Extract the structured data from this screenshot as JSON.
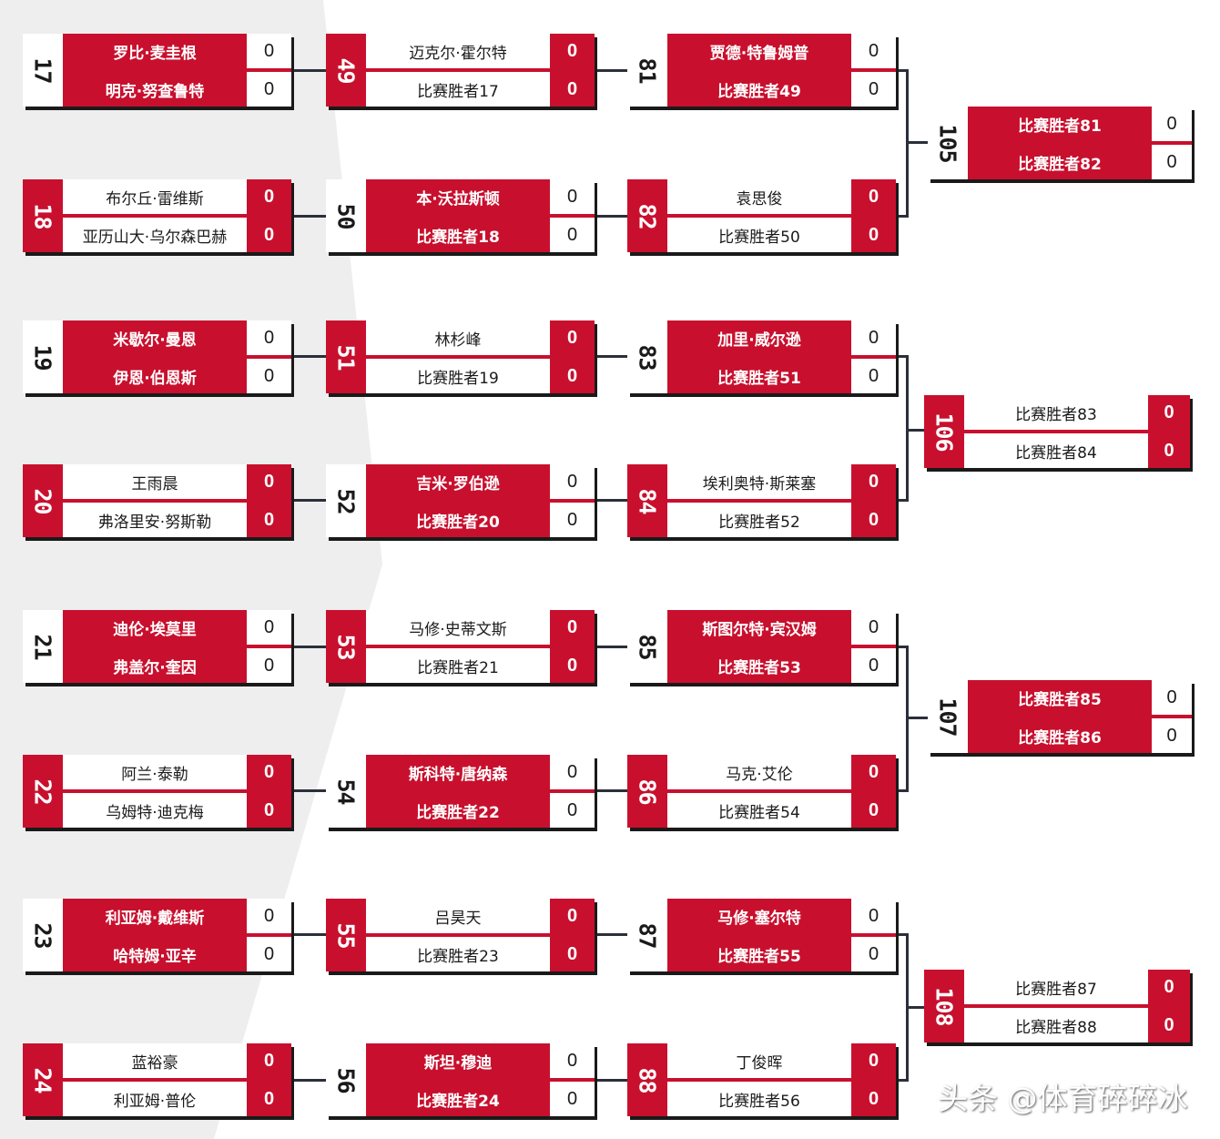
{
  "colors": {
    "accent": "#c8102e",
    "connector": "#2b2f3a",
    "background": "#eeeeee",
    "card": "#ffffff"
  },
  "watermark": "头条 @体育碎碎冰",
  "matches": [
    {
      "id": "m17",
      "num": "17",
      "p1": "罗比·麦圭根",
      "s1": "0",
      "p2": "明克·努查鲁特",
      "s2": "0"
    },
    {
      "id": "m18",
      "num": "18",
      "p1": "布尔丘·雷维斯",
      "s1": "0",
      "p2": "亚历山大·乌尔森巴赫",
      "s2": "0"
    },
    {
      "id": "m19",
      "num": "19",
      "p1": "米歇尔·曼恩",
      "s1": "0",
      "p2": "伊恩·伯恩斯",
      "s2": "0"
    },
    {
      "id": "m20",
      "num": "20",
      "p1": "王雨晨",
      "s1": "0",
      "p2": "弗洛里安·努斯勒",
      "s2": "0"
    },
    {
      "id": "m21",
      "num": "21",
      "p1": "迪伦·埃莫里",
      "s1": "0",
      "p2": "弗盖尔·奎因",
      "s2": "0"
    },
    {
      "id": "m22",
      "num": "22",
      "p1": "阿兰·泰勒",
      "s1": "0",
      "p2": "乌姆特·迪克梅",
      "s2": "0"
    },
    {
      "id": "m23",
      "num": "23",
      "p1": "利亚姆·戴维斯",
      "s1": "0",
      "p2": "哈特姆·亚辛",
      "s2": "0"
    },
    {
      "id": "m24",
      "num": "24",
      "p1": "蓝裕豪",
      "s1": "0",
      "p2": "利亚姆·普伦",
      "s2": "0"
    },
    {
      "id": "m49",
      "num": "49",
      "p1": "迈克尔·霍尔特",
      "s1": "0",
      "p2": "比赛胜者17",
      "s2": "0"
    },
    {
      "id": "m50",
      "num": "50",
      "p1": "本·沃拉斯顿",
      "s1": "0",
      "p2": "比赛胜者18",
      "s2": "0"
    },
    {
      "id": "m51",
      "num": "51",
      "p1": "林杉峰",
      "s1": "0",
      "p2": "比赛胜者19",
      "s2": "0"
    },
    {
      "id": "m52",
      "num": "52",
      "p1": "吉米·罗伯逊",
      "s1": "0",
      "p2": "比赛胜者20",
      "s2": "0"
    },
    {
      "id": "m53",
      "num": "53",
      "p1": "马修·史蒂文斯",
      "s1": "0",
      "p2": "比赛胜者21",
      "s2": "0"
    },
    {
      "id": "m54",
      "num": "54",
      "p1": "斯科特·唐纳森",
      "s1": "0",
      "p2": "比赛胜者22",
      "s2": "0"
    },
    {
      "id": "m55",
      "num": "55",
      "p1": "吕昊天",
      "s1": "0",
      "p2": "比赛胜者23",
      "s2": "0"
    },
    {
      "id": "m56",
      "num": "56",
      "p1": "斯坦·穆迪",
      "s1": "0",
      "p2": "比赛胜者24",
      "s2": "0"
    },
    {
      "id": "m81",
      "num": "81",
      "p1": "贾德·特鲁姆普",
      "s1": "0",
      "p2": "比赛胜者49",
      "s2": "0"
    },
    {
      "id": "m82",
      "num": "82",
      "p1": "袁思俊",
      "s1": "0",
      "p2": "比赛胜者50",
      "s2": "0"
    },
    {
      "id": "m83",
      "num": "83",
      "p1": "加里·威尔逊",
      "s1": "0",
      "p2": "比赛胜者51",
      "s2": "0"
    },
    {
      "id": "m84",
      "num": "84",
      "p1": "埃利奥特·斯莱塞",
      "s1": "0",
      "p2": "比赛胜者52",
      "s2": "0"
    },
    {
      "id": "m85",
      "num": "85",
      "p1": "斯图尔特·宾汉姆",
      "s1": "0",
      "p2": "比赛胜者53",
      "s2": "0"
    },
    {
      "id": "m86",
      "num": "86",
      "p1": "马克·艾伦",
      "s1": "0",
      "p2": "比赛胜者54",
      "s2": "0"
    },
    {
      "id": "m87",
      "num": "87",
      "p1": "马修·塞尔特",
      "s1": "0",
      "p2": "比赛胜者55",
      "s2": "0"
    },
    {
      "id": "m88",
      "num": "88",
      "p1": "丁俊晖",
      "s1": "0",
      "p2": "比赛胜者56",
      "s2": "0"
    },
    {
      "id": "m105",
      "num": "105",
      "p1": "比赛胜者81",
      "s1": "0",
      "p2": "比赛胜者82",
      "s2": "0"
    },
    {
      "id": "m106",
      "num": "106",
      "p1": "比赛胜者83",
      "s1": "0",
      "p2": "比赛胜者84",
      "s2": "0"
    },
    {
      "id": "m107",
      "num": "107",
      "p1": "比赛胜者85",
      "s1": "0",
      "p2": "比赛胜者86",
      "s2": "0"
    },
    {
      "id": "m108",
      "num": "108",
      "p1": "比赛胜者87",
      "s1": "0",
      "p2": "比赛胜者88",
      "s2": "0"
    }
  ]
}
